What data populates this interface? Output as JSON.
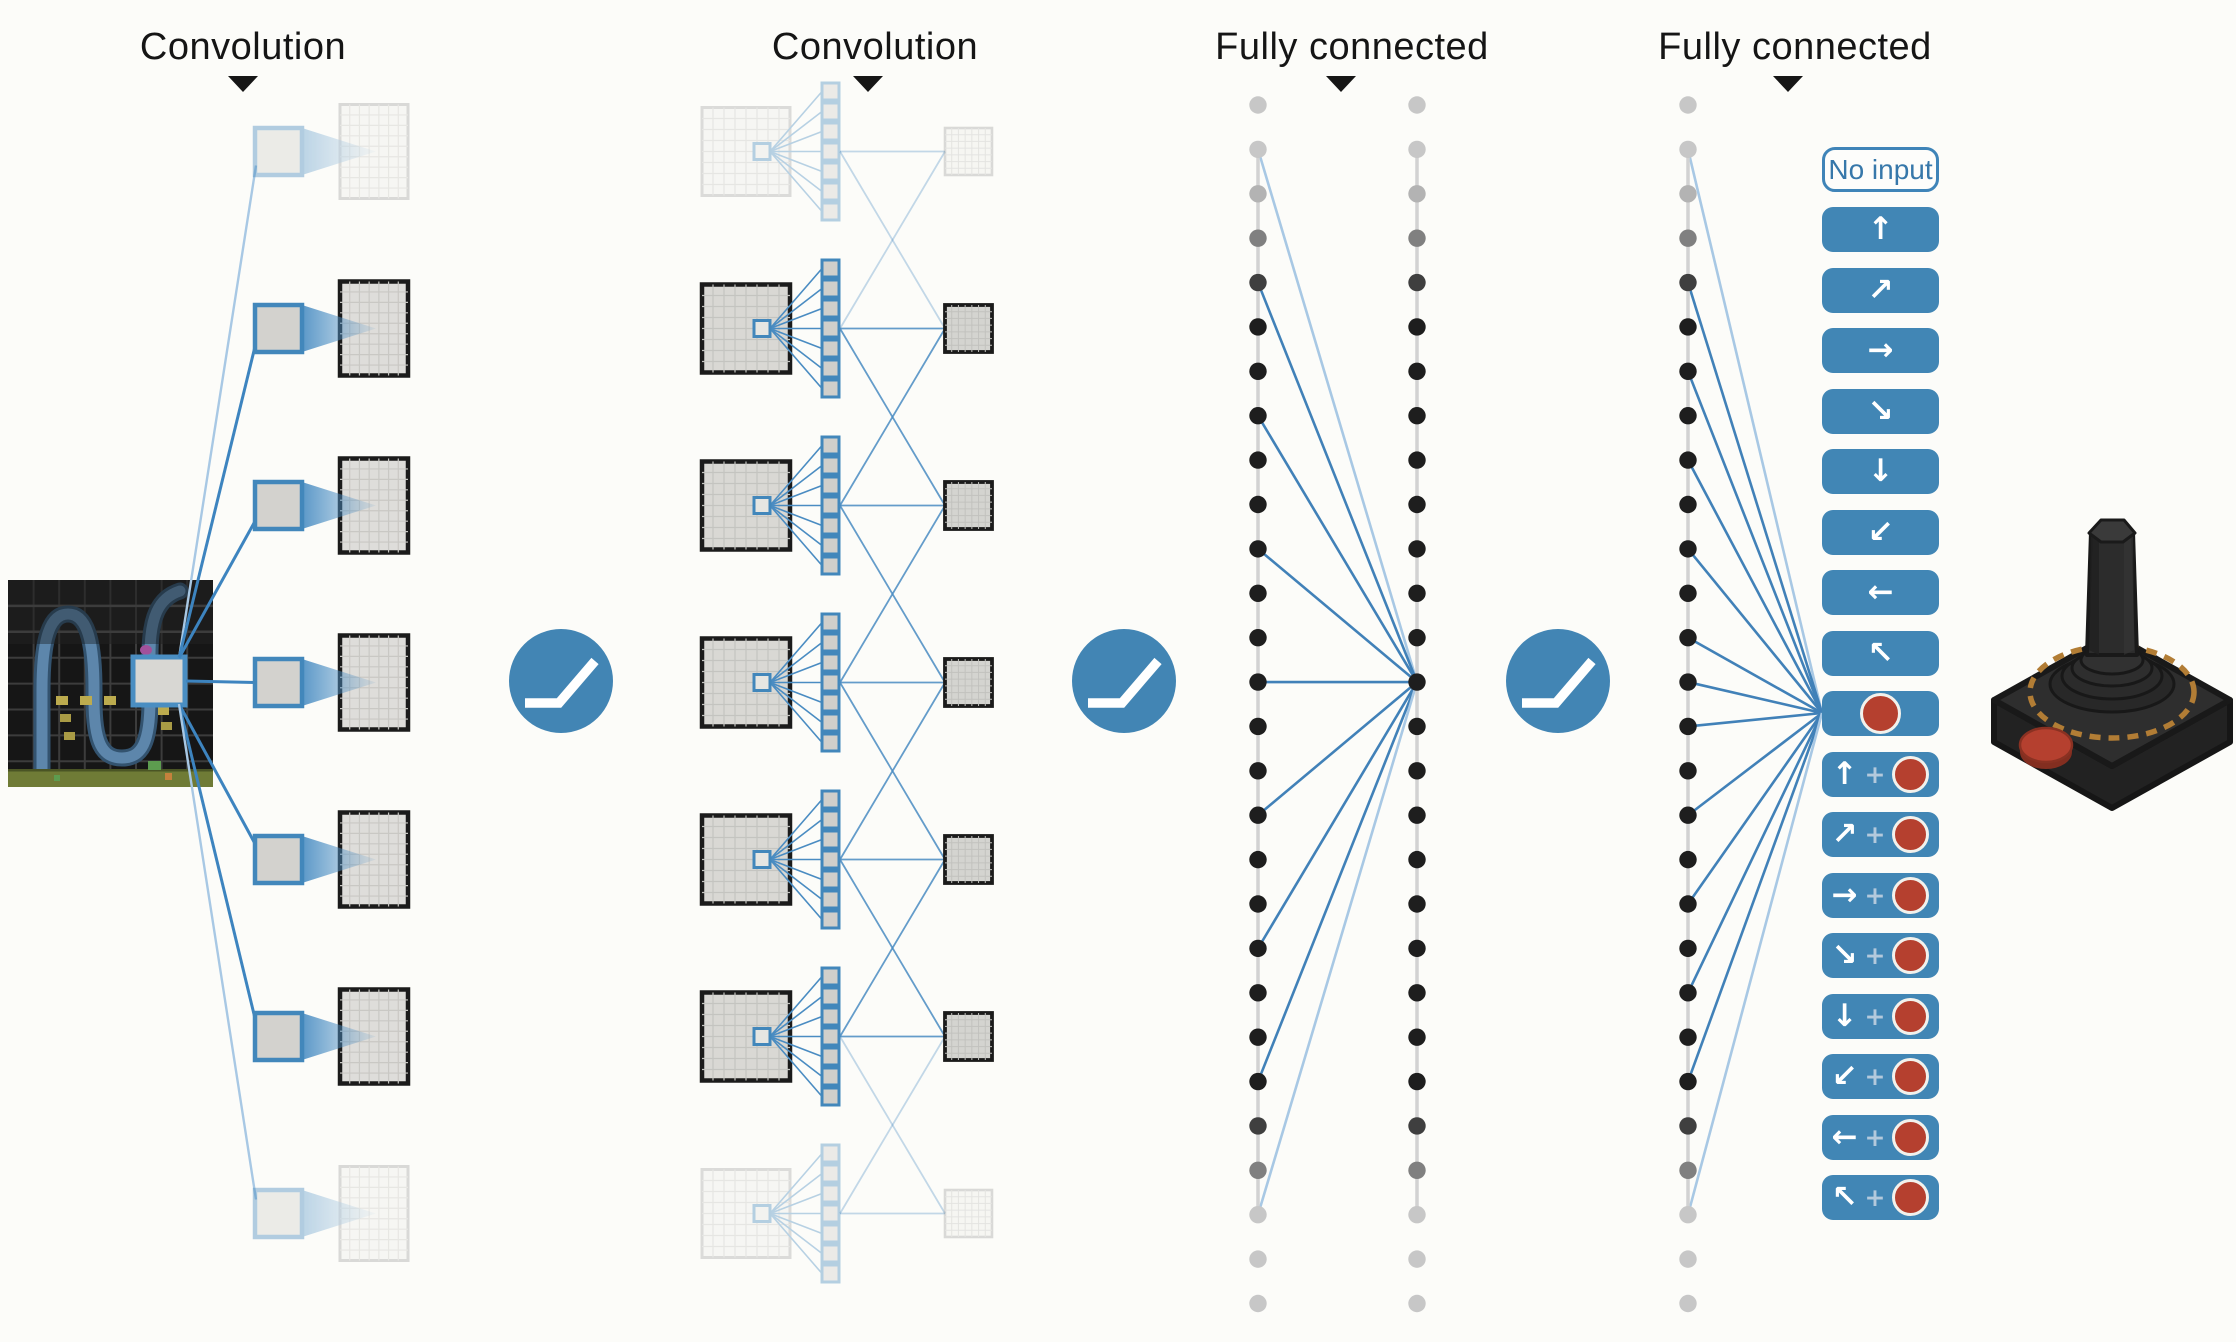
{
  "figure": {
    "layer_labels": [
      {
        "id": "conv1",
        "text": "Convolution"
      },
      {
        "id": "conv2",
        "text": "Convolution"
      },
      {
        "id": "fc1",
        "text": "Fully connected"
      },
      {
        "id": "fc2",
        "text": "Fully connected"
      }
    ],
    "no_input_label": "No input",
    "actions": [
      {
        "id": "up",
        "glyph": "↑",
        "with_fire": false,
        "fire_only": false
      },
      {
        "id": "up-right",
        "glyph": "↗",
        "with_fire": false,
        "fire_only": false
      },
      {
        "id": "right",
        "glyph": "→",
        "with_fire": false,
        "fire_only": false
      },
      {
        "id": "down-right",
        "glyph": "↘",
        "with_fire": false,
        "fire_only": false
      },
      {
        "id": "down",
        "glyph": "↓",
        "with_fire": false,
        "fire_only": false
      },
      {
        "id": "down-left",
        "glyph": "↙",
        "with_fire": false,
        "fire_only": false
      },
      {
        "id": "left",
        "glyph": "←",
        "with_fire": false,
        "fire_only": false
      },
      {
        "id": "up-left",
        "glyph": "↖",
        "with_fire": false,
        "fire_only": false
      },
      {
        "id": "fire",
        "glyph": "●",
        "with_fire": false,
        "fire_only": true
      },
      {
        "id": "up-fire",
        "glyph": "↑",
        "with_fire": true,
        "fire_only": false
      },
      {
        "id": "up-right-fire",
        "glyph": "↗",
        "with_fire": true,
        "fire_only": false
      },
      {
        "id": "right-fire",
        "glyph": "→",
        "with_fire": true,
        "fire_only": false
      },
      {
        "id": "down-right-fire",
        "glyph": "↘",
        "with_fire": true,
        "fire_only": false
      },
      {
        "id": "down-fire",
        "glyph": "↓",
        "with_fire": true,
        "fire_only": false
      },
      {
        "id": "down-left-fire",
        "glyph": "↙",
        "with_fire": true,
        "fire_only": false
      },
      {
        "id": "left-fire",
        "glyph": "←",
        "with_fire": true,
        "fire_only": false
      },
      {
        "id": "up-left-fire",
        "glyph": "↖",
        "with_fire": true,
        "fire_only": false
      }
    ],
    "network": {
      "conv1_feature_maps": 7,
      "conv2_feature_maps": 7,
      "conv2_kernel_stack_squares": 7,
      "conv3_feature_maps": 7,
      "fc_column_units": 28,
      "fc_columns": 3,
      "activation_circles": 3
    },
    "colors": {
      "accent_blue": "#4285b4",
      "line_blue": "#4487bf",
      "faded_blue": "#a8c8e4",
      "fire_red": "#b5402f",
      "ink": "#151515",
      "map_border_dark": "#1b1b1b",
      "map_border_faded": "#a6a6a6",
      "dot_black": "#1e1e1e",
      "dot_light": "#c7c7c7",
      "connector_gray": "#d2d2d2"
    },
    "icons": {
      "layer_marker": "triangle-down-icon",
      "activation": "relu-activation-icon",
      "fire_button": "fire-button-icon",
      "game_screen": "atari-game-screen",
      "controller": "atari-joystick-illustration"
    }
  }
}
